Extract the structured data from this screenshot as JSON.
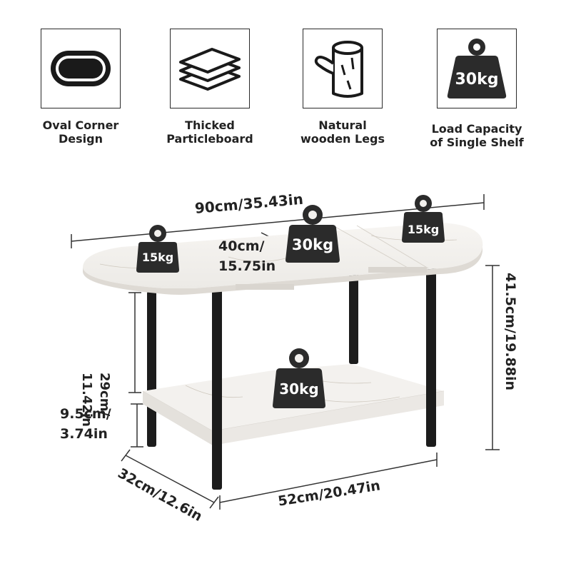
{
  "features": [
    {
      "icon": "oval-icon",
      "label": "Oval Corner\nDesign"
    },
    {
      "icon": "stacked-boards-icon",
      "label": "Thicked\nParticleboard"
    },
    {
      "icon": "wood-log-icon",
      "label": "Natural\nwooden Legs"
    },
    {
      "icon": "weight-icon",
      "badge": "30kg",
      "label": "Load Capacity\nof Single Shelf"
    }
  ],
  "weights": {
    "left": "15kg",
    "center": "30kg",
    "right": "15kg",
    "lower": "30kg"
  },
  "dimensions": {
    "length": "90cm/35.43in",
    "depth_top_1": "40cm/",
    "depth_top_2": "15.75in",
    "shelf_gap_1": "29cm/",
    "shelf_gap_2": "11.42in",
    "leg_clear_1": "9.5cm/",
    "leg_clear_2": "3.74in",
    "total_height": "41.5cm/19.88in",
    "lower_depth": "32cm/12.6in",
    "lower_width": "52cm/20.47in"
  },
  "colors": {
    "ink": "#222222",
    "marble": "#f3f1ee",
    "veins": "#c9c3b9",
    "legs": "#1c1c1c",
    "weight": "#2b2b2b"
  }
}
